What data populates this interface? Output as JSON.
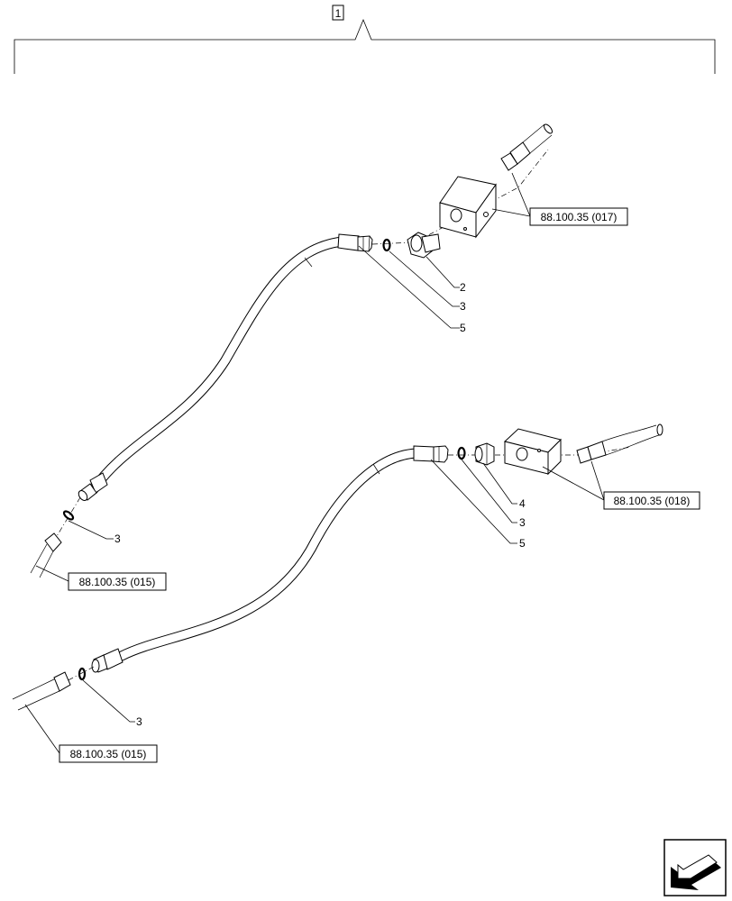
{
  "assembly_label": "1",
  "callouts": {
    "c2": "2",
    "c3a": "3",
    "c5a": "5",
    "c4": "4",
    "c3b": "3",
    "c5b": "5",
    "c3c": "3",
    "c3d": "3"
  },
  "references": {
    "ref_017": "88.100.35 (017)",
    "ref_018": "88.100.35 (018)",
    "ref_015_upper": "88.100.35 (015)",
    "ref_015_lower": "88.100.35 (015)"
  },
  "nav_icon": "next-page-arrow-icon"
}
